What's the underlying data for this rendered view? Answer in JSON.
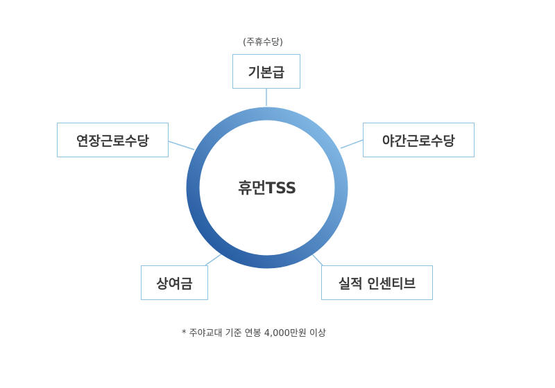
{
  "center": {
    "label": "휴먼TSS"
  },
  "nodes": {
    "base_pay": {
      "label": "기본급",
      "note": "(주휴수당)"
    },
    "night_work": {
      "label": "야간근로수당"
    },
    "incentive": {
      "label": "실적 인센티브"
    },
    "bonus": {
      "label": "상여금"
    },
    "overtime": {
      "label": "연장근로수당"
    }
  },
  "footnote": "* 주야교대 기준 연봉 4,000만원 이상",
  "colors": {
    "ring_light": "#8cc3ec",
    "ring_dark": "#1a4f99",
    "box_border": "#8fc1e3",
    "connector": "#8fc1e3"
  }
}
